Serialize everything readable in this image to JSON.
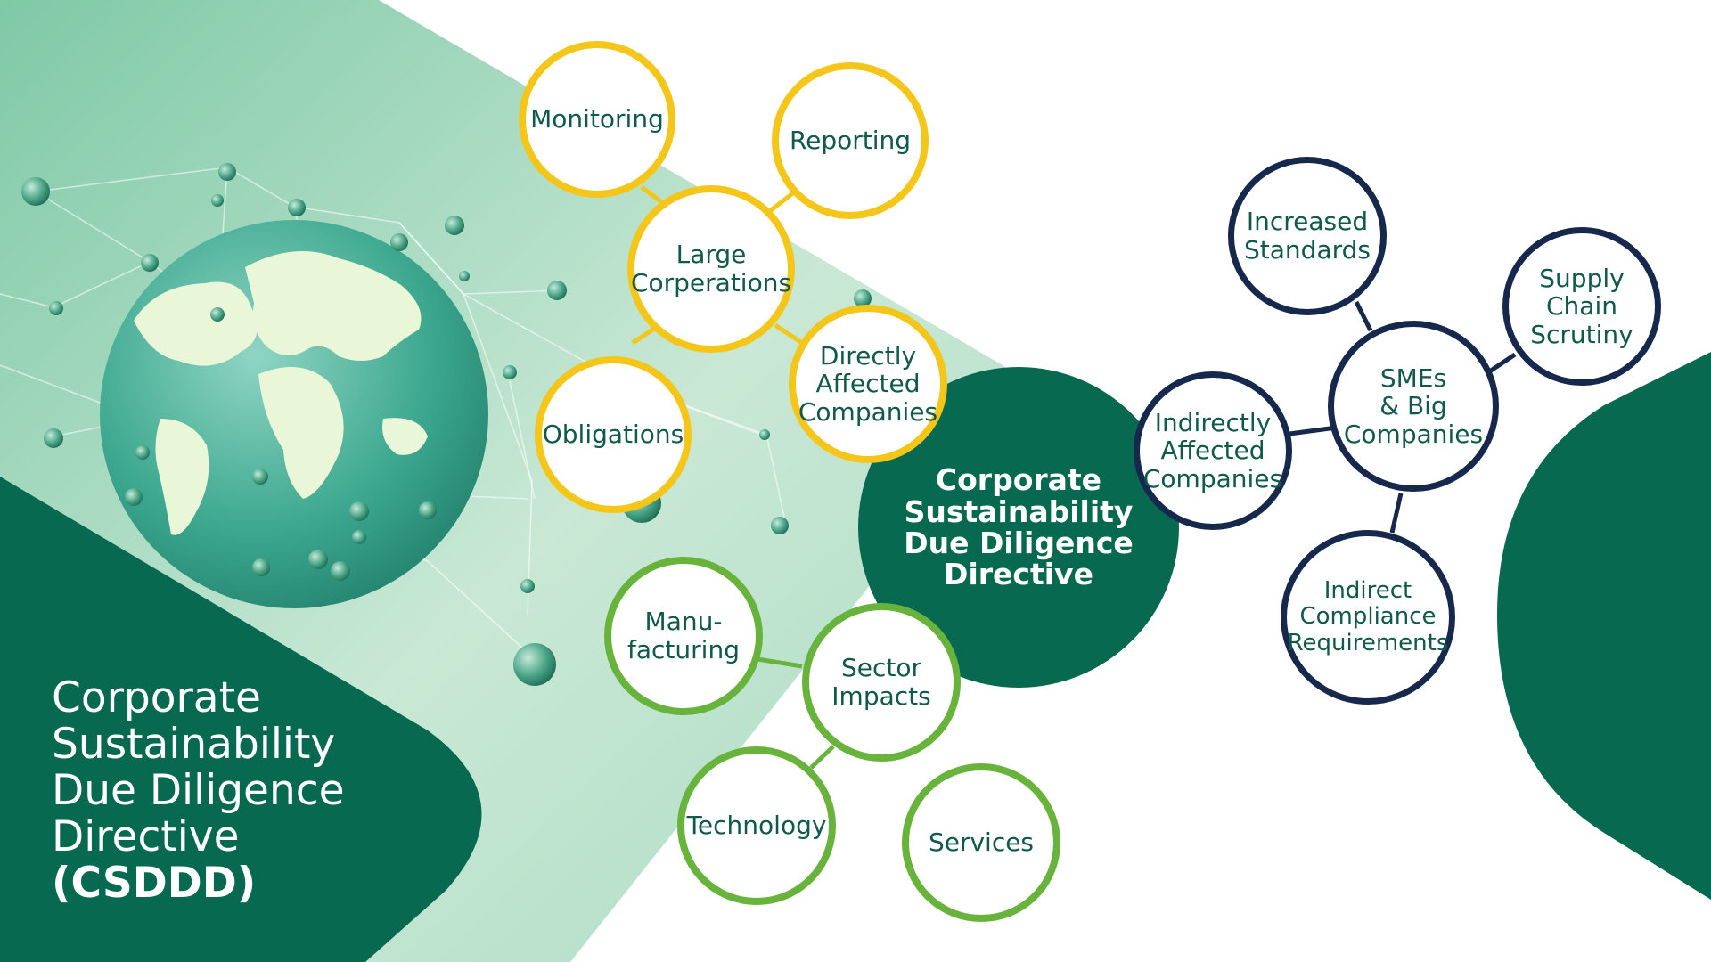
{
  "palette": {
    "dark_green": "#07694f",
    "bright_green": "#68b33c",
    "yellow": "#f5c61a",
    "navy": "#16294d",
    "mint": "#a5d8c0",
    "text_green": "#0f5a4a"
  },
  "side_title": {
    "lines": [
      "Corporate",
      "Sustainability",
      "Due Diligence",
      "Directive"
    ],
    "abbr": "(CSDDD)"
  },
  "hub": {
    "label": "Corporate\nSustainability\nDue Diligence\nDirective"
  },
  "large_corporations_cluster": {
    "center": "Large\nCorperations",
    "items": [
      "Monitoring",
      "Reporting",
      "Obligations",
      "Directly\nAffected\nCompanies"
    ],
    "color": "yellow"
  },
  "sector_cluster": {
    "center": "Sector\nImpacts",
    "items": [
      "Manu-\nfacturing",
      "Technology",
      "Services"
    ],
    "color": "bright_green"
  },
  "sme_cluster": {
    "center": "SMEs\n& Big\nCompanies",
    "items": [
      "Increased\nStandards",
      "Supply\nChain\nScrutiny",
      "Indirectly\nAffected\nCompanies",
      "Indirect\nCompliance\nRequirements"
    ],
    "color": "navy"
  },
  "icons": [
    "globe-icon",
    "network-nodes"
  ]
}
